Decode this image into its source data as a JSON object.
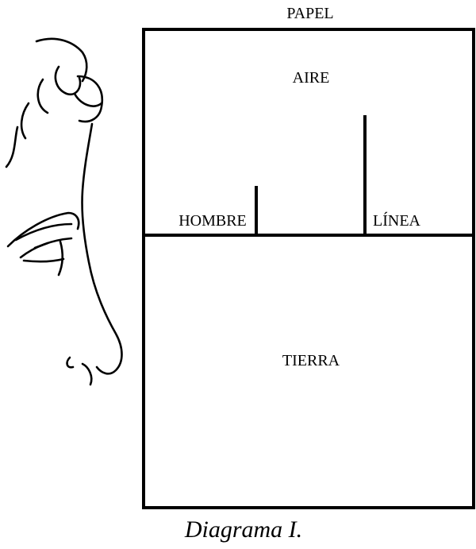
{
  "labels": {
    "paper": "PAPEL",
    "air": "AIRE",
    "man": "HOMBRE",
    "line": "LÍNEA",
    "earth": "TIERRA"
  },
  "caption": "Diagrama I.",
  "colors": {
    "ink": "#000000",
    "background": "#ffffff"
  }
}
